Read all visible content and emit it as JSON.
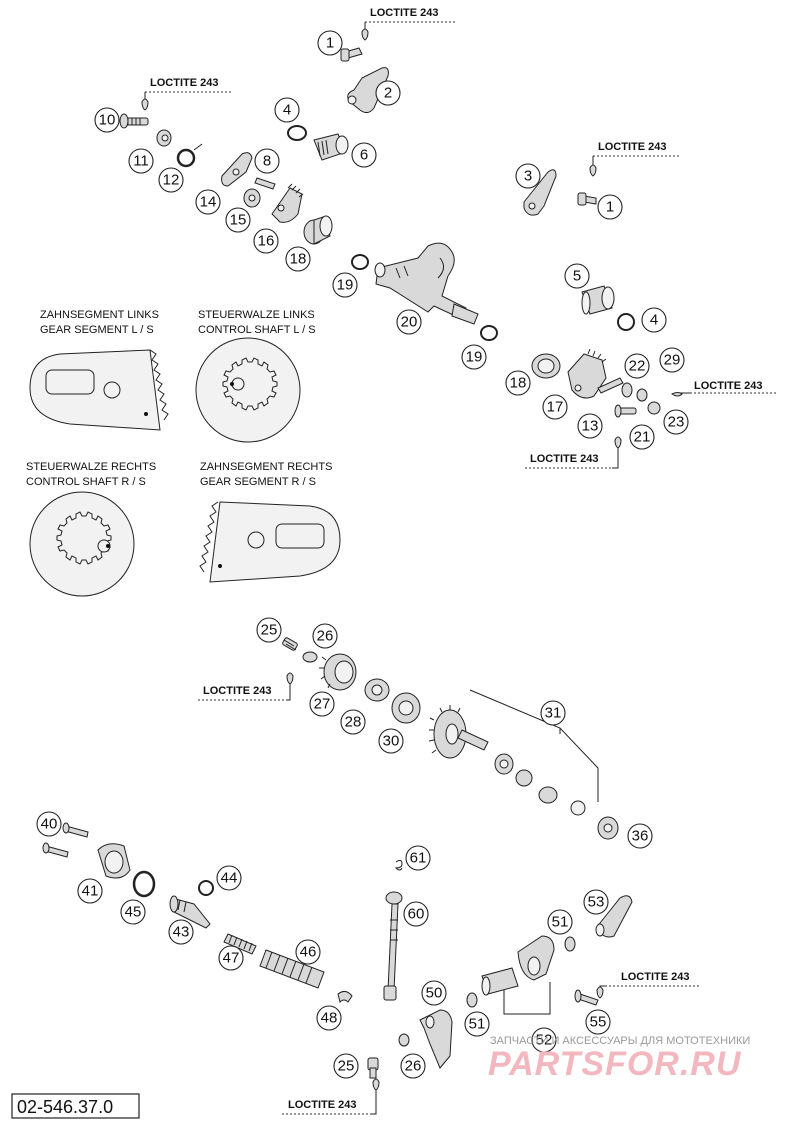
{
  "diagram": {
    "loctite_label": "LOCTITE 243",
    "insets": {
      "gear_segment_left": {
        "line1": "ZAHNSEGMENT LINKS",
        "line2": "GEAR SEGMENT L / S"
      },
      "control_shaft_left": {
        "line1": "STEUERWALZE LINKS",
        "line2": "CONTROL SHAFT L / S"
      },
      "control_shaft_right": {
        "line1": "STEUERWALZE RECHTS",
        "line2": "CONTROL SHAFT R / S"
      },
      "gear_segment_right": {
        "line1": "ZAHNSEGMENT RECHTS",
        "line2": "GEAR SEGMENT R / S"
      }
    },
    "part_numbers": {
      "p1a": "1",
      "p2": "2",
      "p3": "3",
      "p1b": "1",
      "p4a": "4",
      "p5": "5",
      "p4b": "4",
      "p6": "6",
      "p8": "8",
      "p10": "10",
      "p11": "11",
      "p12": "12",
      "p14": "14",
      "p15": "15",
      "p16": "16",
      "p18a": "18",
      "p19a": "19",
      "p20": "20",
      "p19b": "19",
      "p18b": "18",
      "p17": "17",
      "p13": "13",
      "p22": "22",
      "p29": "29",
      "p23": "23",
      "p21": "21",
      "p25a": "25",
      "p26a": "26",
      "p27": "27",
      "p28": "28",
      "p30": "30",
      "p31": "31",
      "p36": "36",
      "p40": "40",
      "p41": "41",
      "p45": "45",
      "p43": "43",
      "p44": "44",
      "p47": "47",
      "p46": "46",
      "p48": "48",
      "p61": "61",
      "p60": "60",
      "p53": "53",
      "p51a": "51",
      "p50": "50",
      "p51b": "51",
      "p52": "52",
      "p55": "55",
      "p25b": "25",
      "p26b": "26"
    },
    "drawing_code": "02-546.37.0"
  },
  "watermark": {
    "caption": "ЗАПЧАСТИ И АКСЕССУАРЫ ДЛЯ МОТОТЕХНИКИ",
    "brand": "PARTSFOR.RU"
  }
}
